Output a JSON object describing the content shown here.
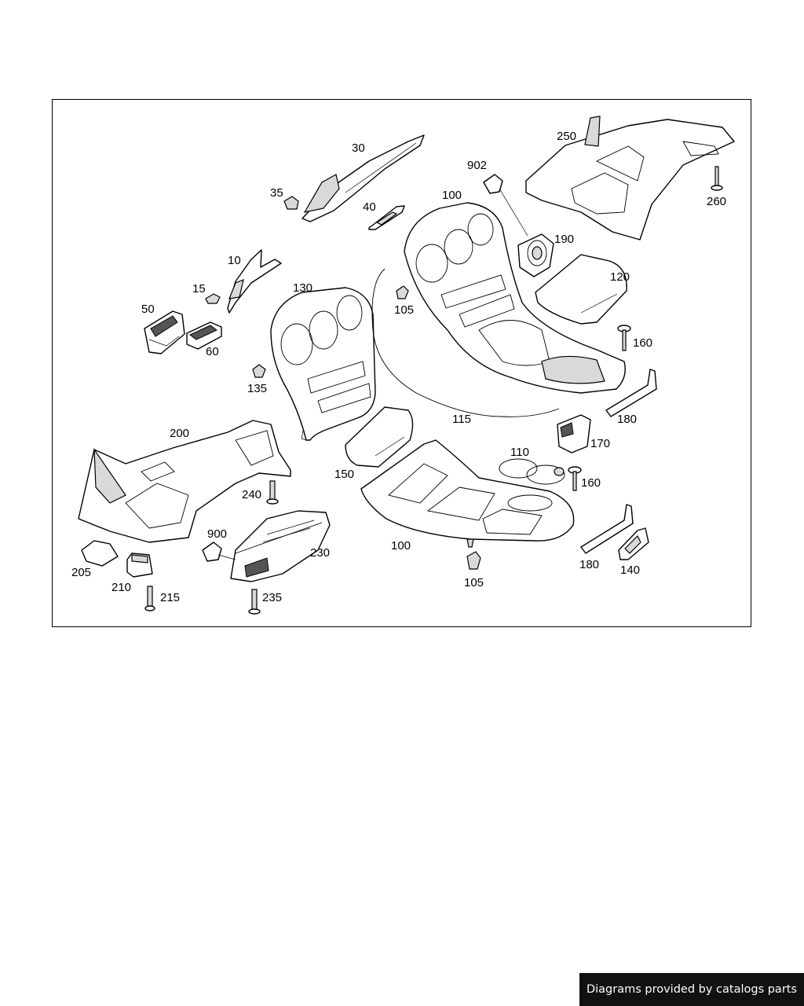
{
  "callouts": {
    "c10": "10",
    "c15": "15",
    "c30": "30",
    "c35": "35",
    "c40": "40",
    "c50": "50",
    "c60": "60",
    "c100a": "100",
    "c100b": "100",
    "c105a": "105",
    "c105b": "105",
    "c110": "110",
    "c115": "115",
    "c120": "120",
    "c130": "130",
    "c135": "135",
    "c140": "140",
    "c150": "150",
    "c160a": "160",
    "c160b": "160",
    "c170": "170",
    "c180a": "180",
    "c180b": "180",
    "c190": "190",
    "c200": "200",
    "c205": "205",
    "c210": "210",
    "c215": "215",
    "c230": "230",
    "c235": "235",
    "c240": "240",
    "c250": "250",
    "c260": "260",
    "c900": "900",
    "c902": "902"
  },
  "footer": {
    "credit": "Diagrams provided by catalogs parts"
  }
}
